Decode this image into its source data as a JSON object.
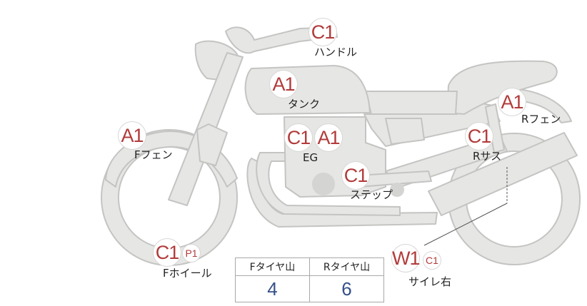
{
  "colors": {
    "body_fill": "#e6e6e4",
    "body_stroke": "#c4c4c2",
    "badge_text": "#b23b3b",
    "value_text": "#34508a"
  },
  "parts": {
    "handle": {
      "code": "C1",
      "label": "ハンドル"
    },
    "tank": {
      "code": "A1",
      "label": "タンク"
    },
    "f_fender": {
      "code": "A1",
      "label": "Fフェン"
    },
    "engine": {
      "code1": "C1",
      "code2": "A1",
      "label": "EG"
    },
    "step": {
      "code": "C1",
      "label": "ステップ"
    },
    "r_fender": {
      "code": "A1",
      "label": "Rフェン"
    },
    "r_sus": {
      "code": "C1",
      "label": "Rサス"
    },
    "f_wheel": {
      "code": "C1",
      "sub_code": "P1",
      "label": "Fホイール"
    },
    "muffler_r": {
      "code": "W1",
      "sub_code": "C1",
      "label": "サイレ右"
    }
  },
  "tread": {
    "front_header": "Fタイヤ山",
    "rear_header": "Rタイヤ山",
    "front_value": "4",
    "rear_value": "6"
  }
}
